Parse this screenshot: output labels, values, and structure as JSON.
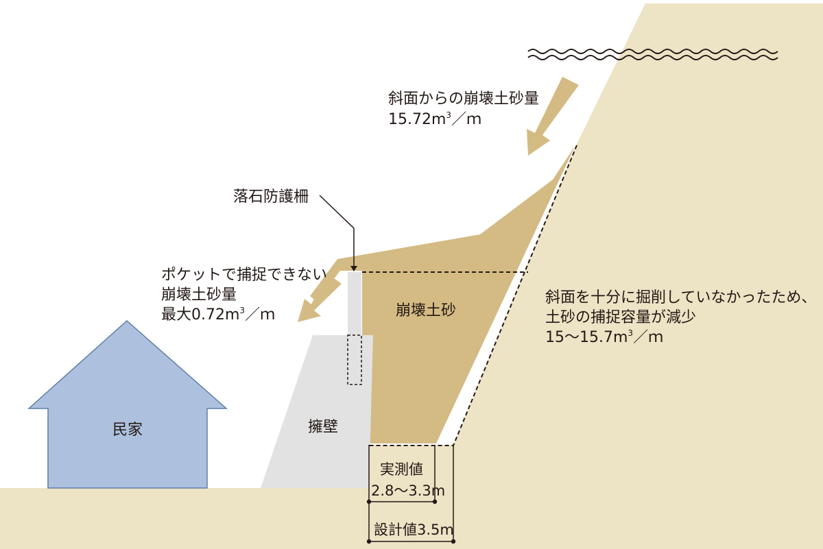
{
  "colors": {
    "ground": "#ede3c5",
    "debris": "#d4bb84",
    "house": "#adc1de",
    "house_stroke": "#5e7ea6",
    "wall": "#e2e2e2",
    "line": "#231815"
  },
  "labels": {
    "slope_volume_line1": "斜面からの崩壊土砂量",
    "slope_volume_value": "15.72m",
    "slope_volume_sup": "3",
    "slope_volume_unit": "／ｍ",
    "fence": "落石防護柵",
    "pocket_line1": "ポケットで捕捉できない",
    "pocket_line2": "崩壊土砂量",
    "pocket_value": "最大0.72m",
    "pocket_sup": "3",
    "pocket_unit": "／ｍ",
    "debris": "崩壊土砂",
    "cut_line1": "斜面を十分に掘削していなかったため、",
    "cut_line2": "土砂の捕捉容量が減少",
    "cut_value": "15〜15.7m",
    "cut_sup": "3",
    "cut_unit": "／ｍ",
    "house": "民家",
    "wall": "擁壁",
    "measured_label": "実測値",
    "measured_value": "2.8〜3.3m",
    "design_value": "設計値3.5m"
  }
}
